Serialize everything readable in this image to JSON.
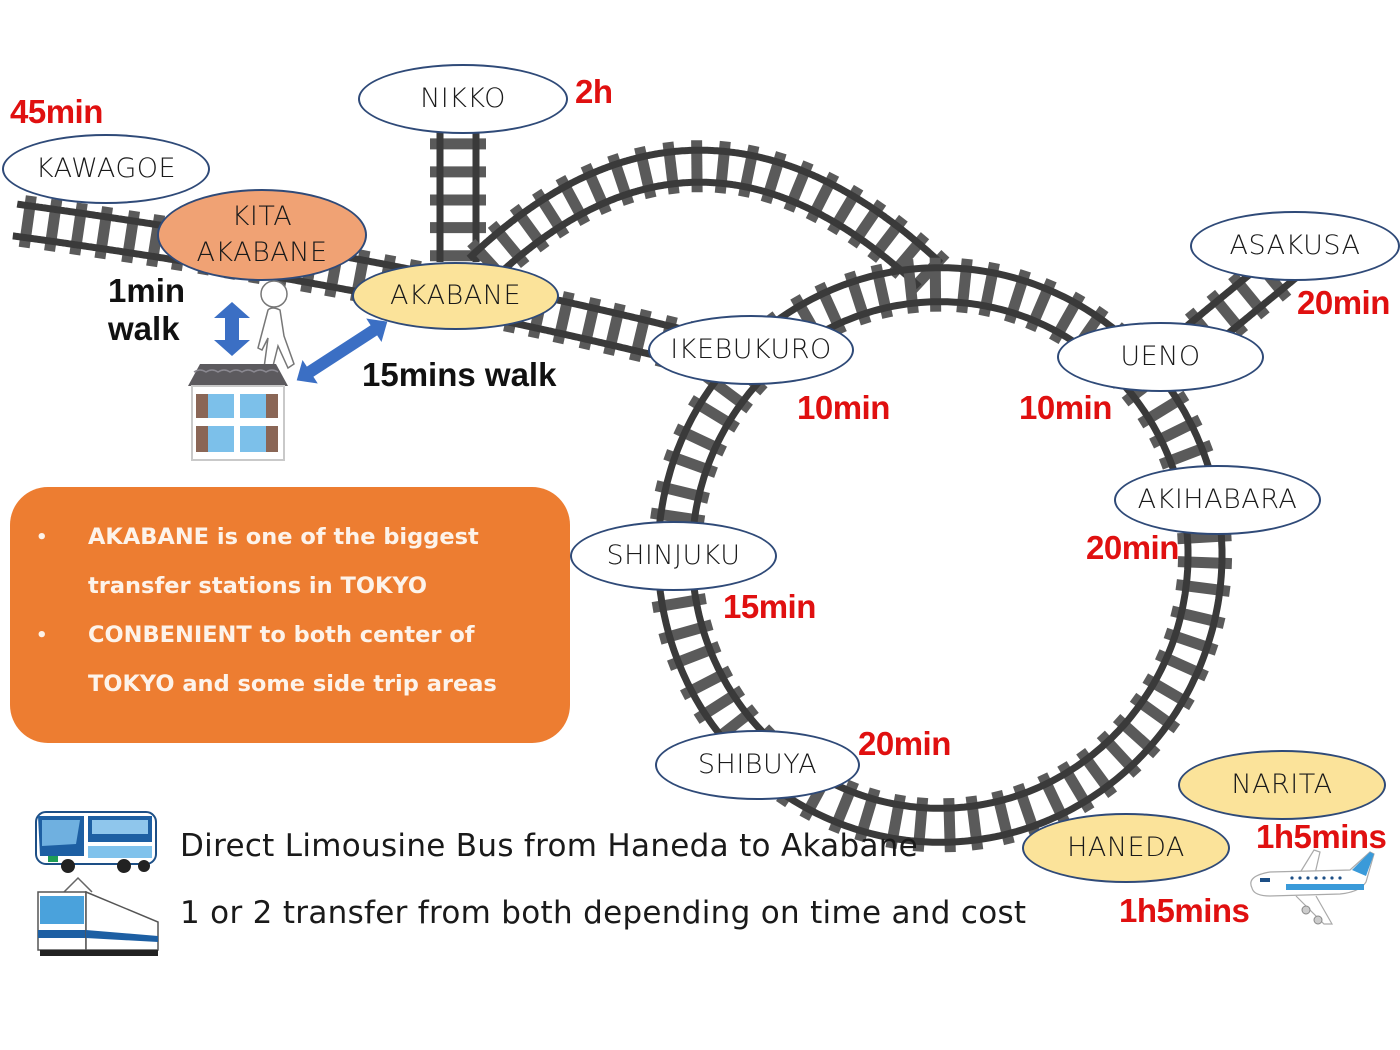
{
  "colors": {
    "rail": "#3a3a3a",
    "tie": "#5a5a5a",
    "station_border": "#2f4a78",
    "time_red": "#e01010",
    "kita_akabane_fill": "#f0a274",
    "akabane_fill": "#fbe39a",
    "airport_fill": "#fbe39a",
    "infobox_fill": "#ed7d31",
    "arrow_blue": "#3b6fc4"
  },
  "stations": {
    "nikko": "NIKKO",
    "kawagoe": "KAWAGOE",
    "kita_akabane_line1": "KITA",
    "kita_akabane_line2": "AKABANE",
    "akabane": "AKABANE",
    "ikebukuro": "IKEBUKURO",
    "ueno": "UENO",
    "asakusa": "ASAKUSA",
    "akihabara": "AKIHABARA",
    "shinjuku": "SHINJUKU",
    "shibuya": "SHIBUYA",
    "narita": "NARITA",
    "haneda": "HANEDA"
  },
  "times": {
    "kawagoe": "45min",
    "nikko": "2h",
    "asakusa": "20min",
    "ikebukuro": "10min",
    "ueno": "10min",
    "akihabara": "20min",
    "shinjuku": "15min",
    "shibuya": "20min",
    "narita": "1h5mins",
    "haneda": "1h5mins"
  },
  "walks": {
    "kita_akabane_line1": "1min",
    "kita_akabane_line2": "walk",
    "akabane": "15mins walk"
  },
  "icons": {
    "home": "house-icon",
    "walker": "walking-person-icon",
    "bus": "bus-icon",
    "train": "train-icon",
    "plane": "airplane-icon",
    "vertical_arrow": "double-arrow-vertical-icon",
    "diagonal_arrow": "double-arrow-diagonal-icon"
  },
  "infobox": {
    "bullets": [
      {
        "line1": "AKABANE is one of the biggest",
        "line2": "transfer stations in TOKYO"
      },
      {
        "line1": "CONBENIENT to both center of",
        "line2": "TOKYO and some side trip areas"
      }
    ],
    "bullet_char": "•"
  },
  "legend": {
    "bus": "Direct Limousine Bus from Haneda to Akabane",
    "train": "1 or 2 transfer from both depending on time and cost"
  }
}
